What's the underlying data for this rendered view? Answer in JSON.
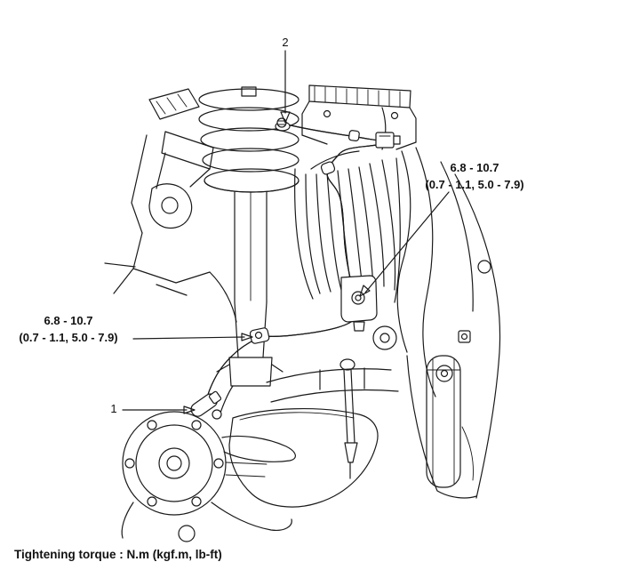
{
  "diagram": {
    "callout_top": {
      "number": "2"
    },
    "callout_bottom": {
      "number": "1"
    },
    "torque_right": {
      "value": "6.8 - 10.7",
      "detail": "(0.7 - 1.1, 5.0 - 7.9)"
    },
    "torque_left": {
      "value": "6.8 - 10.7",
      "detail": "(0.7 - 1.1, 5.0 - 7.9)"
    },
    "caption": "Tightening torque : N.m (kgf.m, lb-ft)"
  }
}
